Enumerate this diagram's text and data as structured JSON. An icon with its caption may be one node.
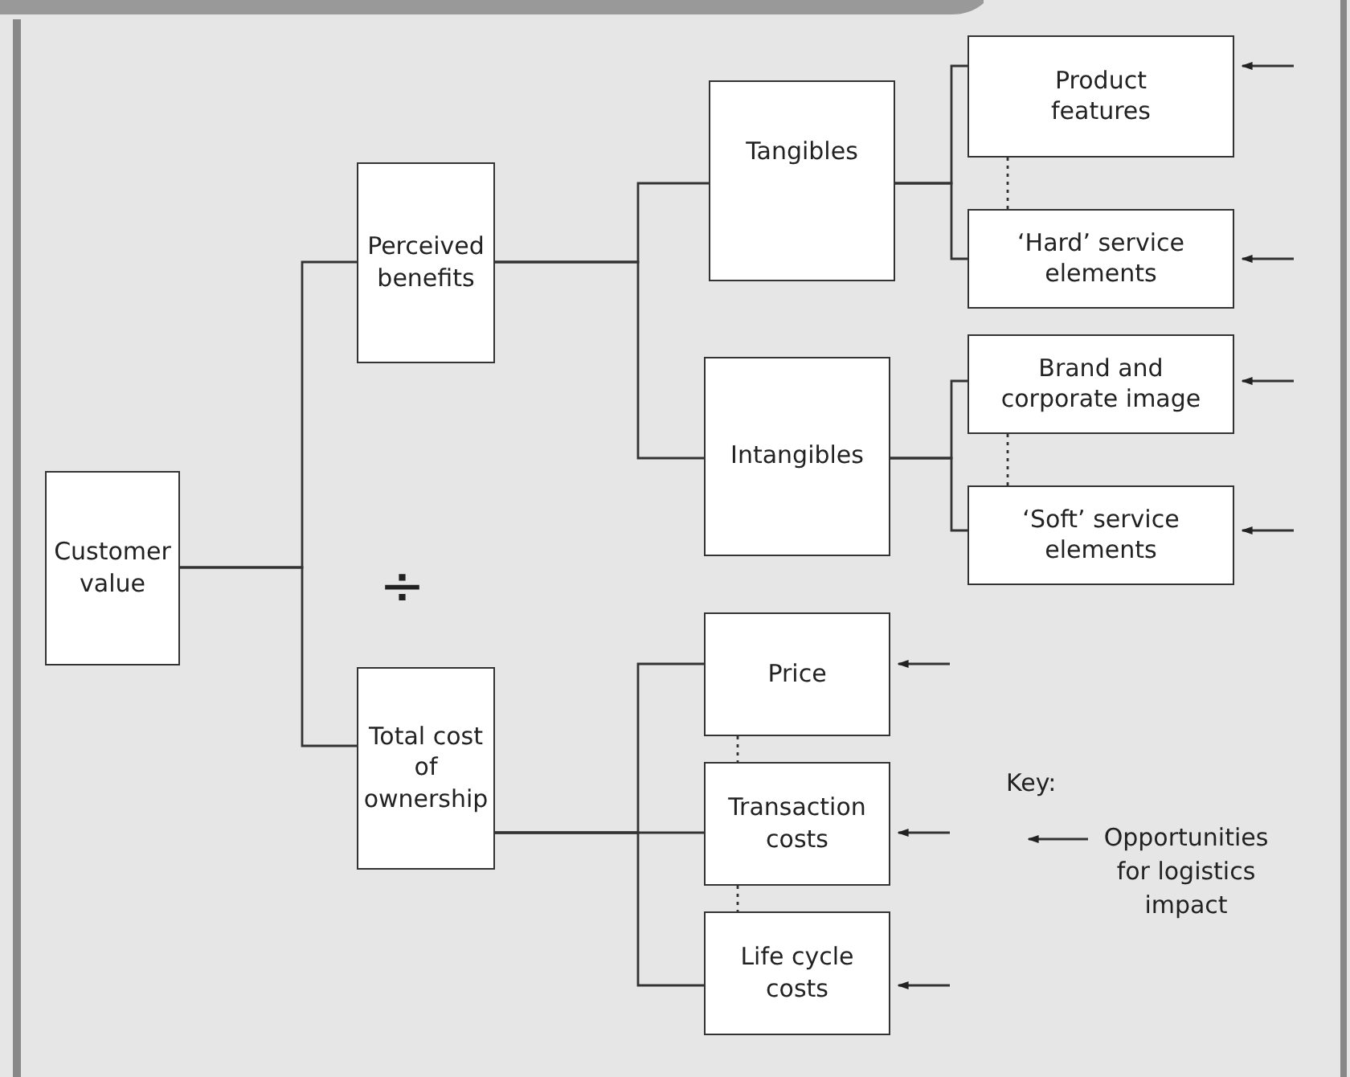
{
  "diagram": {
    "nodes": [
      {
        "text": [
          "Customer value"
        ]
      },
      {
        "text": [
          "Perceived benefits"
        ]
      },
      {
        "text": [
          "Tangibles"
        ]
      },
      {
        "text": [
          "Product features"
        ]
      },
      {
        "text": [
          "‘Hard’ service elements"
        ]
      },
      {
        "text": [
          "Intangibles"
        ]
      },
      {
        "text": [
          "Brand and corporate image"
        ]
      },
      {
        "text": [
          "‘Soft’ service elements"
        ]
      },
      {
        "text": [
          "Total cost of ownership"
        ]
      },
      {
        "text": [
          "Price"
        ]
      },
      {
        "text": [
          "Transaction costs"
        ]
      },
      {
        "text": [
          "Life cycle costs"
        ]
      }
    ],
    "edges": [
      {
        "from": 0,
        "to": 1,
        "arrow": "none"
      },
      {
        "from": 0,
        "to": 8,
        "arrow": "none"
      },
      {
        "from": 1,
        "to": 2,
        "arrow": "none"
      },
      {
        "from": 1,
        "to": 5,
        "arrow": "none"
      },
      {
        "from": 2,
        "to": 3,
        "arrow": "none"
      },
      {
        "from": 2,
        "to": 4,
        "arrow": "none"
      },
      {
        "from": 5,
        "to": 6,
        "arrow": "none"
      },
      {
        "from": 5,
        "to": 7,
        "arrow": "none"
      },
      {
        "from": 8,
        "to": 9,
        "arrow": "none"
      },
      {
        "from": 8,
        "to": 10,
        "arrow": "none"
      },
      {
        "from": 8,
        "to": 11,
        "arrow": "none"
      },
      {
        "from": 3,
        "to": 4,
        "arrow": "none",
        "style": "dashed"
      },
      {
        "from": 6,
        "to": 7,
        "arrow": "none",
        "style": "dashed"
      },
      {
        "from": 9,
        "to": 10,
        "arrow": "none",
        "style": "dashed"
      },
      {
        "from": 10,
        "to": 11,
        "arrow": "none",
        "style": "dashed"
      },
      {
        "from": null,
        "to": 3,
        "arrow": "to"
      },
      {
        "from": null,
        "to": 4,
        "arrow": "to"
      },
      {
        "from": null,
        "to": 6,
        "arrow": "to"
      },
      {
        "from": null,
        "to": 7,
        "arrow": "to"
      },
      {
        "from": null,
        "to": 9,
        "arrow": "to"
      },
      {
        "from": null,
        "to": 10,
        "arrow": "to"
      },
      {
        "from": null,
        "to": 11,
        "arrow": "to"
      }
    ],
    "labels": [
      "÷",
      "Key:"
    ],
    "legend": [
      {
        "text": "Opportunities for logistics impact"
      }
    ]
  }
}
